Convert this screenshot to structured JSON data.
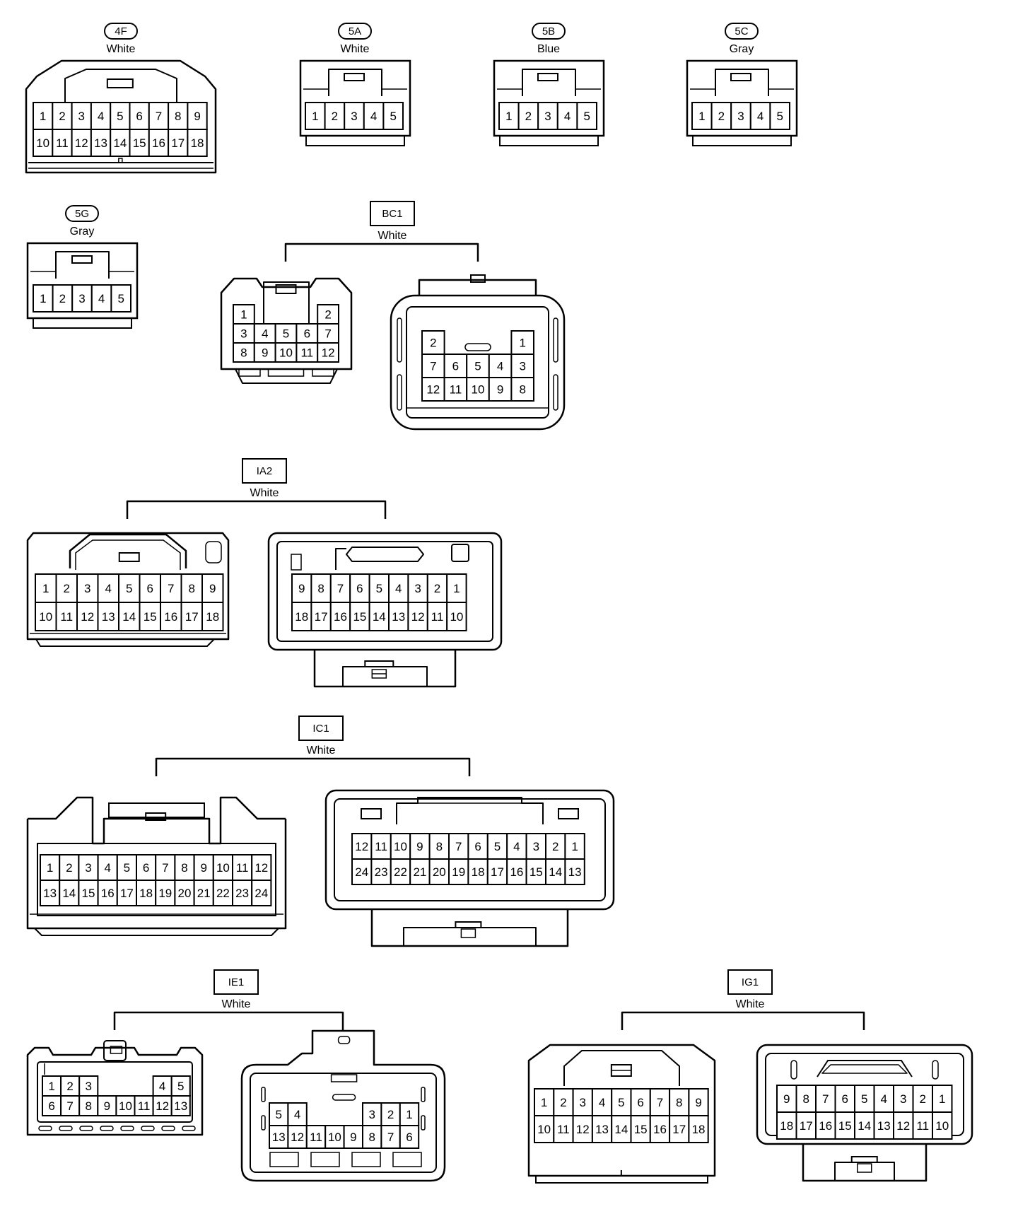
{
  "connectors": [
    {
      "id": "4F",
      "color": "White",
      "label_style": "oval",
      "views": [
        {
          "rows": [
            [
              "1",
              "2",
              "3",
              "4",
              "5",
              "6",
              "7",
              "8",
              "9"
            ],
            [
              "10",
              "11",
              "12",
              "13",
              "14",
              "15",
              "16",
              "17",
              "18"
            ]
          ]
        }
      ]
    },
    {
      "id": "5A",
      "color": "White",
      "label_style": "oval",
      "views": [
        {
          "rows": [
            [
              "1",
              "2",
              "3",
              "4",
              "5"
            ]
          ]
        }
      ]
    },
    {
      "id": "5B",
      "color": "Blue",
      "label_style": "oval",
      "views": [
        {
          "rows": [
            [
              "1",
              "2",
              "3",
              "4",
              "5"
            ]
          ]
        }
      ]
    },
    {
      "id": "5C",
      "color": "Gray",
      "label_style": "oval",
      "views": [
        {
          "rows": [
            [
              "1",
              "2",
              "3",
              "4",
              "5"
            ]
          ]
        }
      ]
    },
    {
      "id": "5G",
      "color": "Gray",
      "label_style": "oval",
      "views": [
        {
          "rows": [
            [
              "1",
              "2",
              "3",
              "4",
              "5"
            ]
          ]
        }
      ]
    },
    {
      "id": "BC1",
      "color": "White",
      "label_style": "box",
      "views": [
        {
          "rows": [
            [
              "1",
              "",
              "",
              "",
              "2"
            ],
            [
              "3",
              "4",
              "5",
              "6",
              "7"
            ],
            [
              "8",
              "9",
              "10",
              "11",
              "12"
            ]
          ]
        },
        {
          "rows": [
            [
              "2",
              "",
              "",
              "",
              "1"
            ],
            [
              "7",
              "6",
              "5",
              "4",
              "3"
            ],
            [
              "12",
              "11",
              "10",
              "9",
              "8"
            ]
          ]
        }
      ]
    },
    {
      "id": "IA2",
      "color": "White",
      "label_style": "box",
      "views": [
        {
          "rows": [
            [
              "1",
              "2",
              "3",
              "4",
              "5",
              "6",
              "7",
              "8",
              "9"
            ],
            [
              "10",
              "11",
              "12",
              "13",
              "14",
              "15",
              "16",
              "17",
              "18"
            ]
          ]
        },
        {
          "rows": [
            [
              "9",
              "8",
              "7",
              "6",
              "5",
              "4",
              "3",
              "2",
              "1"
            ],
            [
              "18",
              "17",
              "16",
              "15",
              "14",
              "13",
              "12",
              "11",
              "10"
            ]
          ]
        }
      ]
    },
    {
      "id": "IC1",
      "color": "White",
      "label_style": "box",
      "views": [
        {
          "rows": [
            [
              "1",
              "2",
              "3",
              "4",
              "5",
              "6",
              "7",
              "8",
              "9",
              "10",
              "11",
              "12"
            ],
            [
              "13",
              "14",
              "15",
              "16",
              "17",
              "18",
              "19",
              "20",
              "21",
              "22",
              "23",
              "24"
            ]
          ]
        },
        {
          "rows": [
            [
              "12",
              "11",
              "10",
              "9",
              "8",
              "7",
              "6",
              "5",
              "4",
              "3",
              "2",
              "1"
            ],
            [
              "24",
              "23",
              "22",
              "21",
              "20",
              "19",
              "18",
              "17",
              "16",
              "15",
              "14",
              "13"
            ]
          ]
        }
      ]
    },
    {
      "id": "IE1",
      "color": "White",
      "label_style": "box",
      "views": [
        {
          "rows": [
            [
              "1",
              "2",
              "3",
              "",
              "",
              "",
              "4",
              "5"
            ],
            [
              "6",
              "7",
              "8",
              "9",
              "10",
              "11",
              "12",
              "13"
            ]
          ]
        },
        {
          "rows": [
            [
              "5",
              "4",
              "",
              "",
              "",
              "3",
              "2",
              "1"
            ],
            [
              "13",
              "12",
              "11",
              "10",
              "9",
              "8",
              "7",
              "6"
            ]
          ]
        }
      ]
    },
    {
      "id": "IG1",
      "color": "White",
      "label_style": "box",
      "views": [
        {
          "rows": [
            [
              "1",
              "2",
              "3",
              "4",
              "5",
              "6",
              "7",
              "8",
              "9"
            ],
            [
              "10",
              "11",
              "12",
              "13",
              "14",
              "15",
              "16",
              "17",
              "18"
            ]
          ]
        },
        {
          "rows": [
            [
              "9",
              "8",
              "7",
              "6",
              "5",
              "4",
              "3",
              "2",
              "1"
            ],
            [
              "18",
              "17",
              "16",
              "15",
              "14",
              "13",
              "12",
              "11",
              "10"
            ]
          ]
        }
      ]
    }
  ]
}
